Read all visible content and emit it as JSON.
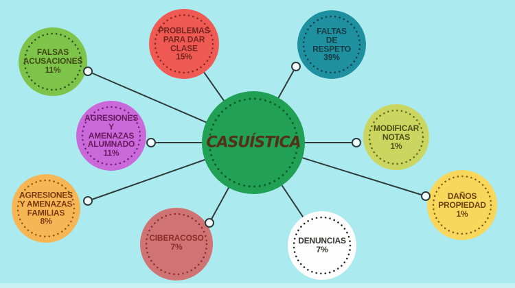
{
  "background": "#abeaee",
  "line_color": "#2e3b3d",
  "connector_dot_fill": "#f2fbfb",
  "center": {
    "label": "CASUÍSTICA",
    "color": "#22a055",
    "dot_color": "#0b622e",
    "text_color": "#513118"
  },
  "nodes": [
    {
      "id": "falsas-acusaciones",
      "label": "FALSAS ACUSACIONES",
      "value": "11%",
      "text": "FALSAS\nACUSACIONES\n11%",
      "color": "#7ec34a",
      "dot_color": "#33581c",
      "text_color": "#414a16"
    },
    {
      "id": "problemas-para-dar-clase",
      "label": "PROBLEMAS PARA DAR CLASE",
      "value": "15%",
      "text": "PROBLEMAS\nPARA DAR\nCLASE\n15%",
      "color": "#ef5a54",
      "dot_color": "#8c2a22",
      "text_color": "#77261f"
    },
    {
      "id": "faltas-de-respeto",
      "label": "FALTAS DE RESPETO",
      "value": "39%",
      "text": "FALTAS\nDE\nRESPETO\n39%",
      "color": "#1f90a0",
      "dot_color": "#10434c",
      "text_color": "#173940"
    },
    {
      "id": "agresiones-amenazas-alumnado",
      "label": "AGRESIONES Y AMENAZAS ALUMNADO",
      "value": "11%",
      "text": "AGRESIONES\nY\nAMENAZAS\nALUMNADO\n11%",
      "color": "#ca69da",
      "dot_color": "#7c2184",
      "text_color": "#691b60"
    },
    {
      "id": "modificar-notas",
      "label": "MODIFICAR NOTAS",
      "value": "1%",
      "text": "MODIFICAR\nNOTAS\n1%",
      "color": "#cbd660",
      "dot_color": "#676d1e",
      "text_color": "#4c511a"
    },
    {
      "id": "agresiones-amenazas-familias",
      "label": "AGRESIONES Y AMENAZAS FAMILIAS",
      "value": "8%",
      "text": "AGRESIONES\nY AMENAZAS\nFAMILIAS\n8%",
      "color": "#f6b655",
      "dot_color": "#9b5a12",
      "text_color": "#7a3a10"
    },
    {
      "id": "ciberacoso",
      "label": "CIBERACOSO",
      "value": "7%",
      "text": "CIBERACOSO\n7%",
      "color": "#d07374",
      "dot_color": "#8d2f2b",
      "text_color": "#8b2e2b"
    },
    {
      "id": "denuncias",
      "label": "DENUNCIAS",
      "value": "7%",
      "text": "DENUNCIAS\n7%",
      "color": "#fdfdfd",
      "dot_color": "#2b2b28",
      "text_color": "#34332e"
    },
    {
      "id": "danos-propiedad",
      "label": "DAÑOS PROPIEDAD",
      "value": "1%",
      "text": "DAÑOS\nPROPIEDAD\n1%",
      "color": "#f8d75d",
      "dot_color": "#8a6212",
      "text_color": "#6b4110"
    }
  ]
}
